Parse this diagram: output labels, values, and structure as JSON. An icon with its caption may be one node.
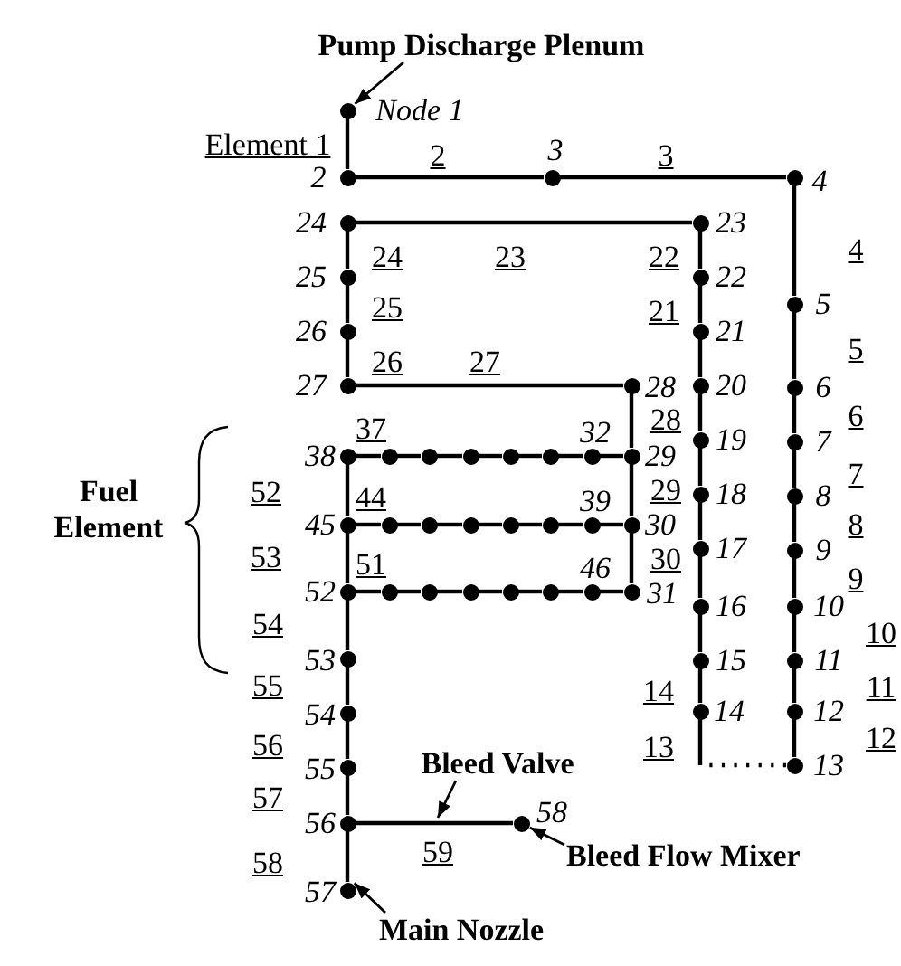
{
  "diagram": {
    "nodes": [
      {
        "text": [
          "Pump Discharge Plenum"
        ]
      },
      {
        "text": [],
        "shape": "circle",
        "beside": [
          "Node 1"
        ]
      },
      {
        "text": [],
        "shape": "circle",
        "beside": [
          "2"
        ]
      },
      {
        "text": [],
        "shape": "circle",
        "beside": [
          "3"
        ]
      },
      {
        "text": [],
        "shape": "circle",
        "beside": [
          "4"
        ]
      },
      {
        "text": [],
        "shape": "circle",
        "beside": [
          "5"
        ]
      },
      {
        "text": [],
        "shape": "circle",
        "beside": [
          "6"
        ]
      },
      {
        "text": [],
        "shape": "circle",
        "beside": [
          "7"
        ]
      },
      {
        "text": [],
        "shape": "circle",
        "beside": [
          "8"
        ]
      },
      {
        "text": [],
        "shape": "circle",
        "beside": [
          "9"
        ]
      },
      {
        "text": [],
        "shape": "circle",
        "beside": [
          "10"
        ]
      },
      {
        "text": [],
        "shape": "circle",
        "beside": [
          "11"
        ]
      },
      {
        "text": [],
        "shape": "circle",
        "beside": [
          "12"
        ]
      },
      {
        "text": [],
        "shape": "circle",
        "beside": [
          "13"
        ]
      },
      {
        "text": [],
        "shape": "circle",
        "beside": [
          "14"
        ]
      },
      {
        "text": [],
        "shape": "circle",
        "beside": [
          "15"
        ]
      },
      {
        "text": [],
        "shape": "circle",
        "beside": [
          "16"
        ]
      },
      {
        "text": [],
        "shape": "circle",
        "beside": [
          "17"
        ]
      },
      {
        "text": [],
        "shape": "circle",
        "beside": [
          "18"
        ]
      },
      {
        "text": [],
        "shape": "circle",
        "beside": [
          "19"
        ]
      },
      {
        "text": [],
        "shape": "circle",
        "beside": [
          "20"
        ]
      },
      {
        "text": [],
        "shape": "circle",
        "beside": [
          "21"
        ]
      },
      {
        "text": [],
        "shape": "circle",
        "beside": [
          "22"
        ]
      },
      {
        "text": [],
        "shape": "circle",
        "beside": [
          "23"
        ]
      },
      {
        "text": [],
        "shape": "circle",
        "beside": [
          "24"
        ]
      },
      {
        "text": [],
        "shape": "circle",
        "beside": [
          "25"
        ]
      },
      {
        "text": [],
        "shape": "circle",
        "beside": [
          "26"
        ]
      },
      {
        "text": [],
        "shape": "circle",
        "beside": [
          "27"
        ]
      },
      {
        "text": [],
        "shape": "circle",
        "beside": [
          "28"
        ]
      },
      {
        "text": [],
        "shape": "circle",
        "beside": [
          "29"
        ]
      },
      {
        "text": [],
        "shape": "circle",
        "beside": [
          "30"
        ]
      },
      {
        "text": [],
        "shape": "circle",
        "beside": [
          "31"
        ]
      },
      {
        "text": [],
        "shape": "circle",
        "beside": [
          "32"
        ]
      },
      {
        "text": [],
        "shape": "circle"
      },
      {
        "text": [],
        "shape": "circle"
      },
      {
        "text": [],
        "shape": "circle"
      },
      {
        "text": [],
        "shape": "circle"
      },
      {
        "text": [],
        "shape": "circle"
      },
      {
        "text": [],
        "shape": "circle",
        "beside": [
          "38"
        ]
      },
      {
        "text": [],
        "shape": "circle",
        "beside": [
          "39"
        ]
      },
      {
        "text": [],
        "shape": "circle"
      },
      {
        "text": [],
        "shape": "circle"
      },
      {
        "text": [],
        "shape": "circle"
      },
      {
        "text": [],
        "shape": "circle"
      },
      {
        "text": [],
        "shape": "circle"
      },
      {
        "text": [],
        "shape": "circle",
        "beside": [
          "45"
        ]
      },
      {
        "text": [],
        "shape": "circle",
        "beside": [
          "46"
        ]
      },
      {
        "text": [],
        "shape": "circle"
      },
      {
        "text": [],
        "shape": "circle"
      },
      {
        "text": [],
        "shape": "circle"
      },
      {
        "text": [],
        "shape": "circle"
      },
      {
        "text": [],
        "shape": "circle"
      },
      {
        "text": [],
        "shape": "circle",
        "beside": [
          "52"
        ]
      },
      {
        "text": [],
        "shape": "circle",
        "beside": [
          "53"
        ]
      },
      {
        "text": [],
        "shape": "circle",
        "beside": [
          "54"
        ]
      },
      {
        "text": [],
        "shape": "circle",
        "beside": [
          "55"
        ]
      },
      {
        "text": [],
        "shape": "circle",
        "beside": [
          "56"
        ]
      },
      {
        "text": [],
        "shape": "circle",
        "beside": [
          "57"
        ]
      },
      {
        "text": [],
        "shape": "circle",
        "beside": [
          "58"
        ]
      },
      {
        "text": [
          "Bleed Valve"
        ]
      },
      {
        "text": [
          "Bleed Flow Mixer"
        ]
      },
      {
        "text": [
          "Main Nozzle"
        ]
      }
    ],
    "edges": [
      {
        "from": 1,
        "to": 2,
        "arrow": "none",
        "label": "Element 1"
      },
      {
        "from": 2,
        "to": 3,
        "arrow": "none",
        "label": "2"
      },
      {
        "from": 3,
        "to": 4,
        "arrow": "none",
        "label": "3"
      },
      {
        "from": 4,
        "to": 5,
        "arrow": "none",
        "label": "4"
      },
      {
        "from": 5,
        "to": 6,
        "arrow": "none",
        "label": "5"
      },
      {
        "from": 6,
        "to": 7,
        "arrow": "none",
        "label": "6"
      },
      {
        "from": 7,
        "to": 8,
        "arrow": "none",
        "label": "7"
      },
      {
        "from": 8,
        "to": 9,
        "arrow": "none",
        "label": "8"
      },
      {
        "from": 9,
        "to": 10,
        "arrow": "none",
        "label": "9"
      },
      {
        "from": 10,
        "to": 11,
        "arrow": "none",
        "label": "10"
      },
      {
        "from": 11,
        "to": 12,
        "arrow": "none",
        "label": "11"
      },
      {
        "from": 12,
        "to": 13,
        "arrow": "none",
        "label": "12"
      },
      {
        "from": 13,
        "to": 14,
        "arrow": "none",
        "label": "13",
        "style": "dashed"
      },
      {
        "from": 14,
        "to": 15,
        "arrow": "none",
        "label": "14"
      },
      {
        "from": 15,
        "to": 16,
        "arrow": "none"
      },
      {
        "from": 16,
        "to": 17,
        "arrow": "none"
      },
      {
        "from": 17,
        "to": 18,
        "arrow": "none"
      },
      {
        "from": 18,
        "to": 19,
        "arrow": "none"
      },
      {
        "from": 19,
        "to": 20,
        "arrow": "none"
      },
      {
        "from": 20,
        "to": 21,
        "arrow": "none"
      },
      {
        "from": 21,
        "to": 22,
        "arrow": "none",
        "label": "21"
      },
      {
        "from": 22,
        "to": 23,
        "arrow": "none",
        "label": "22"
      },
      {
        "from": 23,
        "to": 24,
        "arrow": "none",
        "label": "23"
      },
      {
        "from": 24,
        "to": 25,
        "arrow": "none",
        "label": "24"
      },
      {
        "from": 25,
        "to": 26,
        "arrow": "none",
        "label": "25"
      },
      {
        "from": 26,
        "to": 27,
        "arrow": "none",
        "label": "26"
      },
      {
        "from": 27,
        "to": 28,
        "arrow": "none",
        "label": "27"
      },
      {
        "from": 28,
        "to": 29,
        "arrow": "none",
        "label": "28"
      },
      {
        "from": 29,
        "to": 30,
        "arrow": "none",
        "label": "29"
      },
      {
        "from": 30,
        "to": 31,
        "arrow": "none",
        "label": "30"
      },
      {
        "from": 29,
        "to": 32,
        "arrow": "none"
      },
      {
        "from": 32,
        "to": 37,
        "arrow": "none"
      },
      {
        "from": 37,
        "to": 36,
        "arrow": "none"
      },
      {
        "from": 36,
        "to": 35,
        "arrow": "none"
      },
      {
        "from": 35,
        "to": 34,
        "arrow": "none"
      },
      {
        "from": 34,
        "to": 33,
        "arrow": "none"
      },
      {
        "from": 33,
        "to": 38,
        "arrow": "none",
        "label": "37"
      },
      {
        "from": 30,
        "to": 39,
        "arrow": "none"
      },
      {
        "from": 39,
        "to": 44,
        "arrow": "none"
      },
      {
        "from": 44,
        "to": 43,
        "arrow": "none"
      },
      {
        "from": 43,
        "to": 42,
        "arrow": "none"
      },
      {
        "from": 42,
        "to": 41,
        "arrow": "none"
      },
      {
        "from": 41,
        "to": 40,
        "arrow": "none"
      },
      {
        "from": 40,
        "to": 45,
        "arrow": "none",
        "label": "44"
      },
      {
        "from": 31,
        "to": 46,
        "arrow": "none"
      },
      {
        "from": 46,
        "to": 51,
        "arrow": "none"
      },
      {
        "from": 51,
        "to": 50,
        "arrow": "none"
      },
      {
        "from": 50,
        "to": 49,
        "arrow": "none"
      },
      {
        "from": 49,
        "to": 48,
        "arrow": "none"
      },
      {
        "from": 48,
        "to": 47,
        "arrow": "none"
      },
      {
        "from": 47,
        "to": 52,
        "arrow": "none",
        "label": "51"
      },
      {
        "from": 38,
        "to": 45,
        "arrow": "none",
        "label": "52"
      },
      {
        "from": 45,
        "to": 52,
        "arrow": "none",
        "label": "53"
      },
      {
        "from": 52,
        "to": 53,
        "arrow": "none",
        "label": "54"
      },
      {
        "from": 53,
        "to": 54,
        "arrow": "none",
        "label": "55"
      },
      {
        "from": 54,
        "to": 55,
        "arrow": "none",
        "label": "56"
      },
      {
        "from": 55,
        "to": 56,
        "arrow": "none",
        "label": "57"
      },
      {
        "from": 56,
        "to": 57,
        "arrow": "none",
        "label": "58"
      },
      {
        "from": 56,
        "to": 58,
        "arrow": "none",
        "label": "59"
      },
      {
        "from": 0,
        "to": 1,
        "arrow": "to"
      },
      {
        "from": 59,
        "to": null,
        "arrow": "to"
      },
      {
        "from": 60,
        "to": 58,
        "arrow": "to"
      },
      {
        "from": 61,
        "to": 57,
        "arrow": "to"
      }
    ],
    "labels": [
      "Fuel Element"
    ]
  }
}
